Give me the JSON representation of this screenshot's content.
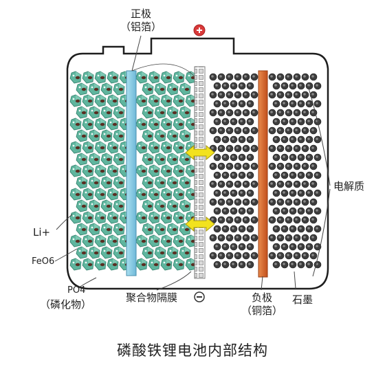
{
  "title": "磷酸铁锂电池内部结构",
  "labels": {
    "positive_electrode": "正极",
    "positive_foil": "（铝箔）",
    "negative_electrode": "负极",
    "negative_foil": "（铜箔）",
    "separator": "聚合物隔膜",
    "graphite": "石墨",
    "electrolyte": "电解质",
    "lithium_ion": "Li+",
    "feo6": "FeO6",
    "po4": "PO4",
    "phosphide": "（磷化物）"
  },
  "terminals": {
    "positive_symbol": "+",
    "negative_symbol": "−"
  },
  "colors": {
    "al_foil": "#8ecfe6",
    "cu_foil": "#d8662c",
    "cathode_crystal": "#5fb59e",
    "anode_particle": "#3d3d3d",
    "arrow": "#f2e21e",
    "positive_terminal": "#d93a3a"
  }
}
